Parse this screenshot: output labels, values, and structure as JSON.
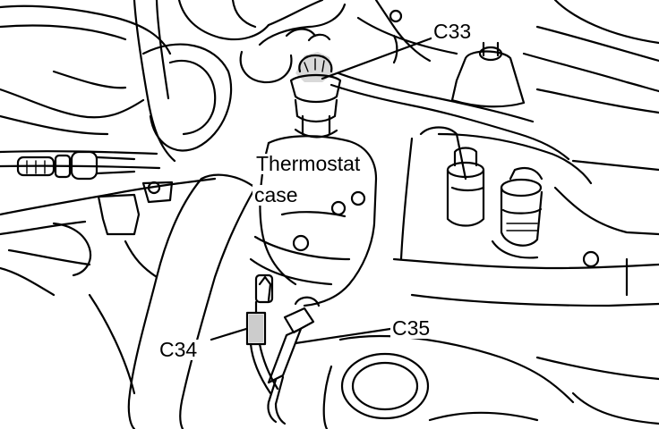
{
  "labels": {
    "c33": "C33",
    "thermostat_line1": "Thermostat",
    "thermostat_line2": "case",
    "c34": "C34",
    "c35": "C35"
  },
  "colors": {
    "ink": "#000000",
    "background": "#ffffff"
  }
}
